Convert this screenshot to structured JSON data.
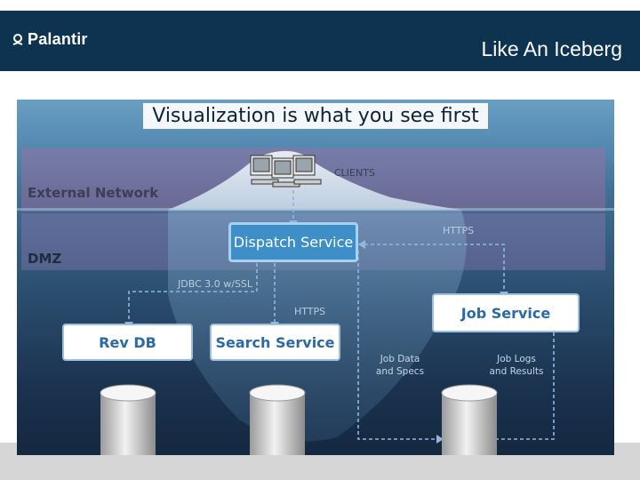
{
  "header": {
    "logo_text": "Palantir",
    "slide_title": "Like An Iceberg"
  },
  "diagram": {
    "title": "Visualization is what you see first",
    "zones": {
      "external": "External Network",
      "dmz": "DMZ"
    },
    "nodes": {
      "clients": "CLIENTS",
      "dispatch": "Dispatch Service",
      "job_service": "Job Service",
      "rev_db": "Rev DB",
      "search_service": "Search Service"
    },
    "edges": {
      "https_dispatch_job": "HTTPS",
      "jdbc": "JDBC 3.0 w/SSL",
      "https_search": "HTTPS",
      "job_data_line1": "Job Data",
      "job_data_line2": "and Specs",
      "job_logs_line1": "Job Logs",
      "job_logs_line2": "and Results"
    }
  },
  "colors": {
    "header_bg": "#0d3350",
    "dispatch_fill": "#3e8ec8",
    "box_text": "#2a6aa8",
    "connector": "#8fb8e0"
  }
}
